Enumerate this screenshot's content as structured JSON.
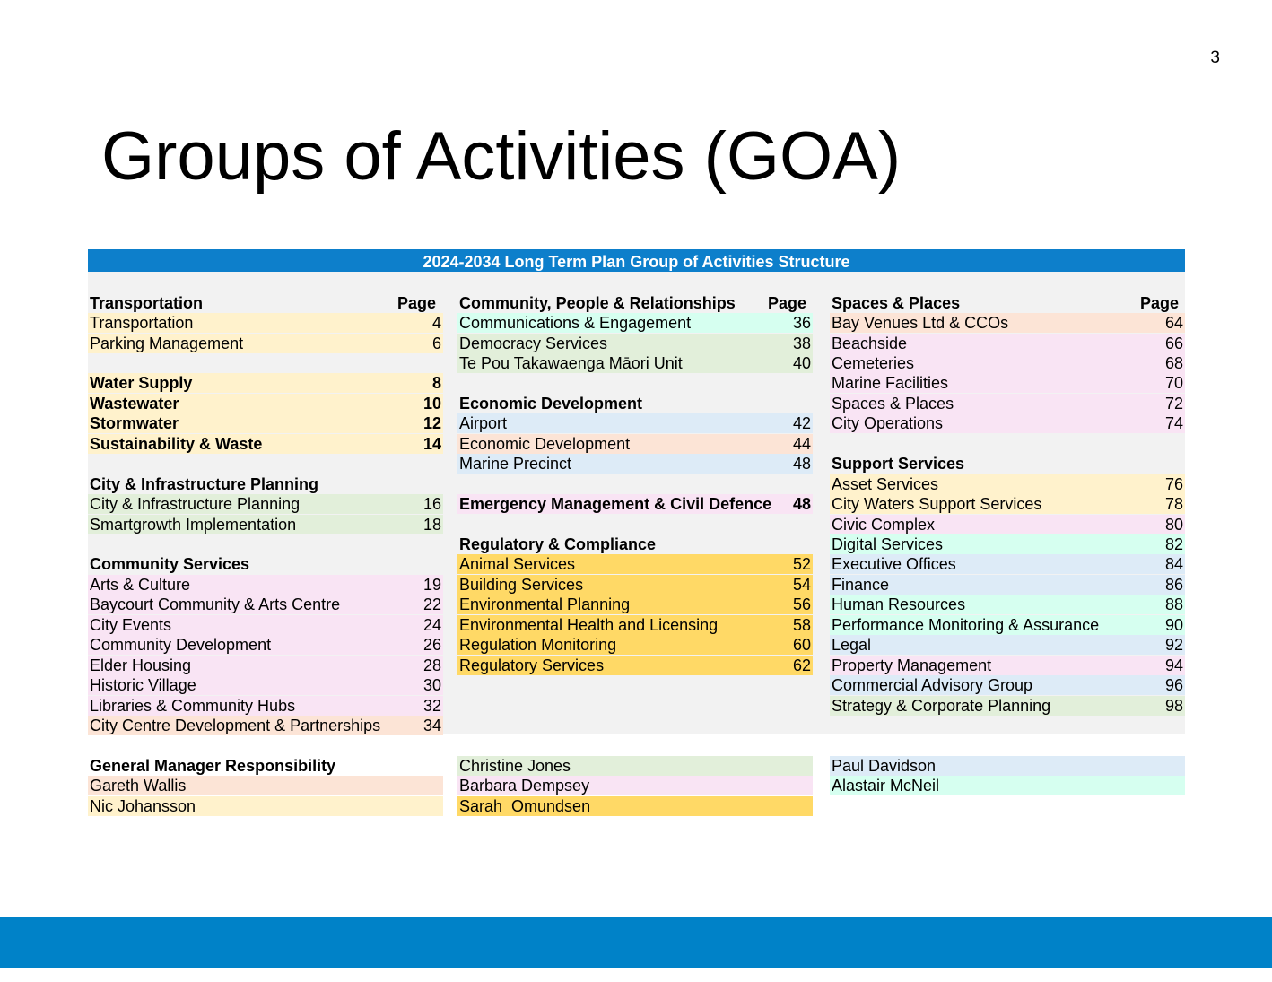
{
  "page_number": "3",
  "title": "Groups of Activities (GOA)",
  "table_header": "2024-2034 Long Term Plan Group of Activities Structure",
  "col1": {
    "transportation_heading": "Transportation",
    "page_label": "Page",
    "transportation": {
      "label": "Transportation",
      "page": "4"
    },
    "parking": {
      "label": "Parking Management",
      "page": "6"
    },
    "water_supply": {
      "label": "Water Supply",
      "page": "8"
    },
    "wastewater": {
      "label": "Wastewater",
      "page": "10"
    },
    "stormwater": {
      "label": "Stormwater",
      "page": "12"
    },
    "sustainability": {
      "label": "Sustainability & Waste",
      "page": "14"
    },
    "city_infra_heading": "City & Infrastructure Planning",
    "city_infra": {
      "label": "City & Infrastructure Planning",
      "page": "16"
    },
    "smartgrowth": {
      "label": "Smartgrowth Implementation",
      "page": "18"
    },
    "community_heading": "Community Services",
    "arts": {
      "label": "Arts & Culture",
      "page": "19"
    },
    "baycourt": {
      "label": "Baycourt Community & Arts Centre",
      "page": "22"
    },
    "city_events": {
      "label": "City Events",
      "page": "24"
    },
    "community_dev": {
      "label": "Community Development",
      "page": "26"
    },
    "elder_housing": {
      "label": "Elder Housing",
      "page": "28"
    },
    "historic_village": {
      "label": "Historic Village",
      "page": "30"
    },
    "libraries": {
      "label": "Libraries & Community Hubs",
      "page": "32"
    },
    "city_centre": {
      "label": "City Centre Development & Partnerships",
      "page": "34"
    }
  },
  "col2": {
    "community_heading": "Community, People & Relationships",
    "page_label": "Page",
    "communications": {
      "label": "Communications & Engagement",
      "page": "36"
    },
    "democracy": {
      "label": "Democracy Services",
      "page": "38"
    },
    "te_pou": {
      "label": "Te Pou Takawaenga Māori Unit",
      "page": "40"
    },
    "economic_heading": "Economic Development",
    "airport": {
      "label": "Airport",
      "page": "42"
    },
    "economic": {
      "label": "Economic Development",
      "page": "44"
    },
    "marine_precinct": {
      "label": "Marine Precinct",
      "page": "48"
    },
    "emergency": {
      "label": "Emergency Management & Civil Defence",
      "page": "48"
    },
    "regulatory_heading": "Regulatory & Compliance",
    "animal": {
      "label": "Animal Services",
      "page": "52"
    },
    "building": {
      "label": "Building Services",
      "page": "54"
    },
    "env_planning": {
      "label": "Environmental Planning",
      "page": "56"
    },
    "env_health": {
      "label": "Environmental Health and Licensing",
      "page": "58"
    },
    "reg_monitoring": {
      "label": "Regulation Monitoring",
      "page": "60"
    },
    "reg_services": {
      "label": "Regulatory Services",
      "page": "62"
    }
  },
  "col3": {
    "spaces_heading": "Spaces & Places",
    "page_label": "Page",
    "bay_venues": {
      "label": "Bay Venues Ltd & CCOs",
      "page": "64"
    },
    "beachside": {
      "label": "Beachside",
      "page": "66"
    },
    "cemeteries": {
      "label": "Cemeteries",
      "page": "68"
    },
    "marine_facilities": {
      "label": "Marine Facilities",
      "page": "70"
    },
    "spaces_places": {
      "label": "Spaces & Places",
      "page": "72"
    },
    "city_operations": {
      "label": "City Operations",
      "page": "74"
    },
    "support_heading": "Support Services",
    "asset": {
      "label": "Asset Services",
      "page": "76"
    },
    "city_waters": {
      "label": "City Waters Support Services",
      "page": "78"
    },
    "civic": {
      "label": "Civic Complex",
      "page": "80"
    },
    "digital": {
      "label": "Digital Services",
      "page": "82"
    },
    "executive": {
      "label": "Executive Offices",
      "page": "84"
    },
    "finance": {
      "label": "Finance",
      "page": "86"
    },
    "hr": {
      "label": "Human Resources",
      "page": "88"
    },
    "performance": {
      "label": "Performance Monitoring & Assurance",
      "page": "90"
    },
    "legal": {
      "label": "Legal",
      "page": "92"
    },
    "property": {
      "label": "Property Management",
      "page": "94"
    },
    "commercial": {
      "label": "Commercial Advisory Group",
      "page": "96"
    },
    "strategy": {
      "label": "Strategy & Corporate Planning",
      "page": "98"
    }
  },
  "gm": {
    "heading": "General Manager Responsibility",
    "gareth": "Gareth Wallis",
    "nic": "Nic Johansson",
    "christine": "Christine Jones",
    "barbara": "Barbara Dempsey",
    "sarah": "Sarah  Omundsen",
    "paul": "Paul Davidson",
    "alastair": "Alastair McNeil"
  },
  "colors": {
    "header_blue": "#0d7fcb",
    "footer_blue": "#0082c8",
    "yellow": "#fff2cc",
    "orange": "#ffd966",
    "mint": "#d6fff0",
    "green": "#e2efda",
    "blue": "#ddebf7",
    "peach": "#fce4d6",
    "pink": "#f9e4f4"
  }
}
